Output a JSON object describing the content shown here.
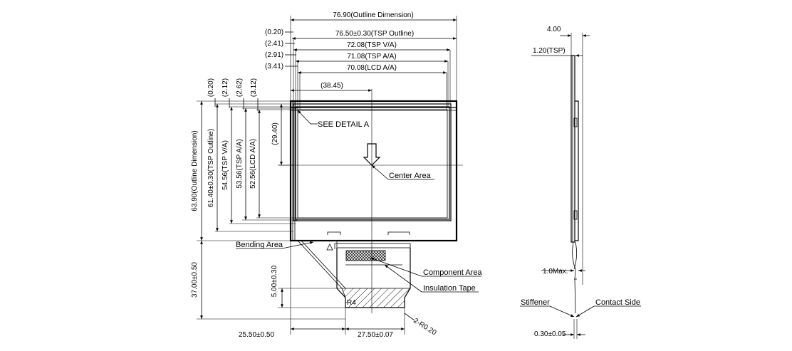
{
  "top_dims": {
    "outline": "76.90(Outline Dimension)",
    "tsp_outline": "76.50±0.30(TSP Outline)",
    "tsp_va": "72.08(TSP V/A)",
    "tsp_aa": "71.08(TSP A/A)",
    "lcd_aa": "70.08(LCD A/A)",
    "center_x": "(38.45)"
  },
  "top_offsets": [
    "(0.20)",
    "(2.41)",
    "(2.91)",
    "(3.41)"
  ],
  "left_offsets": [
    "(0.20)",
    "(2.12)",
    "(2.62)",
    "(3.12)"
  ],
  "left_dims": {
    "outline": "63.90(Outline Dimension)",
    "tsp_outline": "61.40±0.30(TSP Outline)",
    "tsp_va": "54.56(TSP V/A)",
    "tsp_aa": "53.56(TSP A/A)",
    "lcd_aa": "52.56(LCD A/A)",
    "center_y": "(29.40)"
  },
  "fpc_dims": {
    "length": "37.00±0.50",
    "insulation_height": "5.00±0.30",
    "offset_x": "25.50±0.50",
    "width": "27.50±0.07",
    "radius": "2-R0.20",
    "tag": "R4"
  },
  "callouts": {
    "detail": "SEE DETAIL A",
    "center_area": "Center Area",
    "bending_area": "Bending Area",
    "component_area": "Component Area",
    "insulation_tape": "Insulation Tape"
  },
  "side_view": {
    "width": "4.00",
    "tsp": "1.20(TSP)",
    "max": "1.0Max.",
    "stiffener": "Stiffener",
    "contact_side": "Contact Side",
    "thickness": "0.30±0.05"
  }
}
